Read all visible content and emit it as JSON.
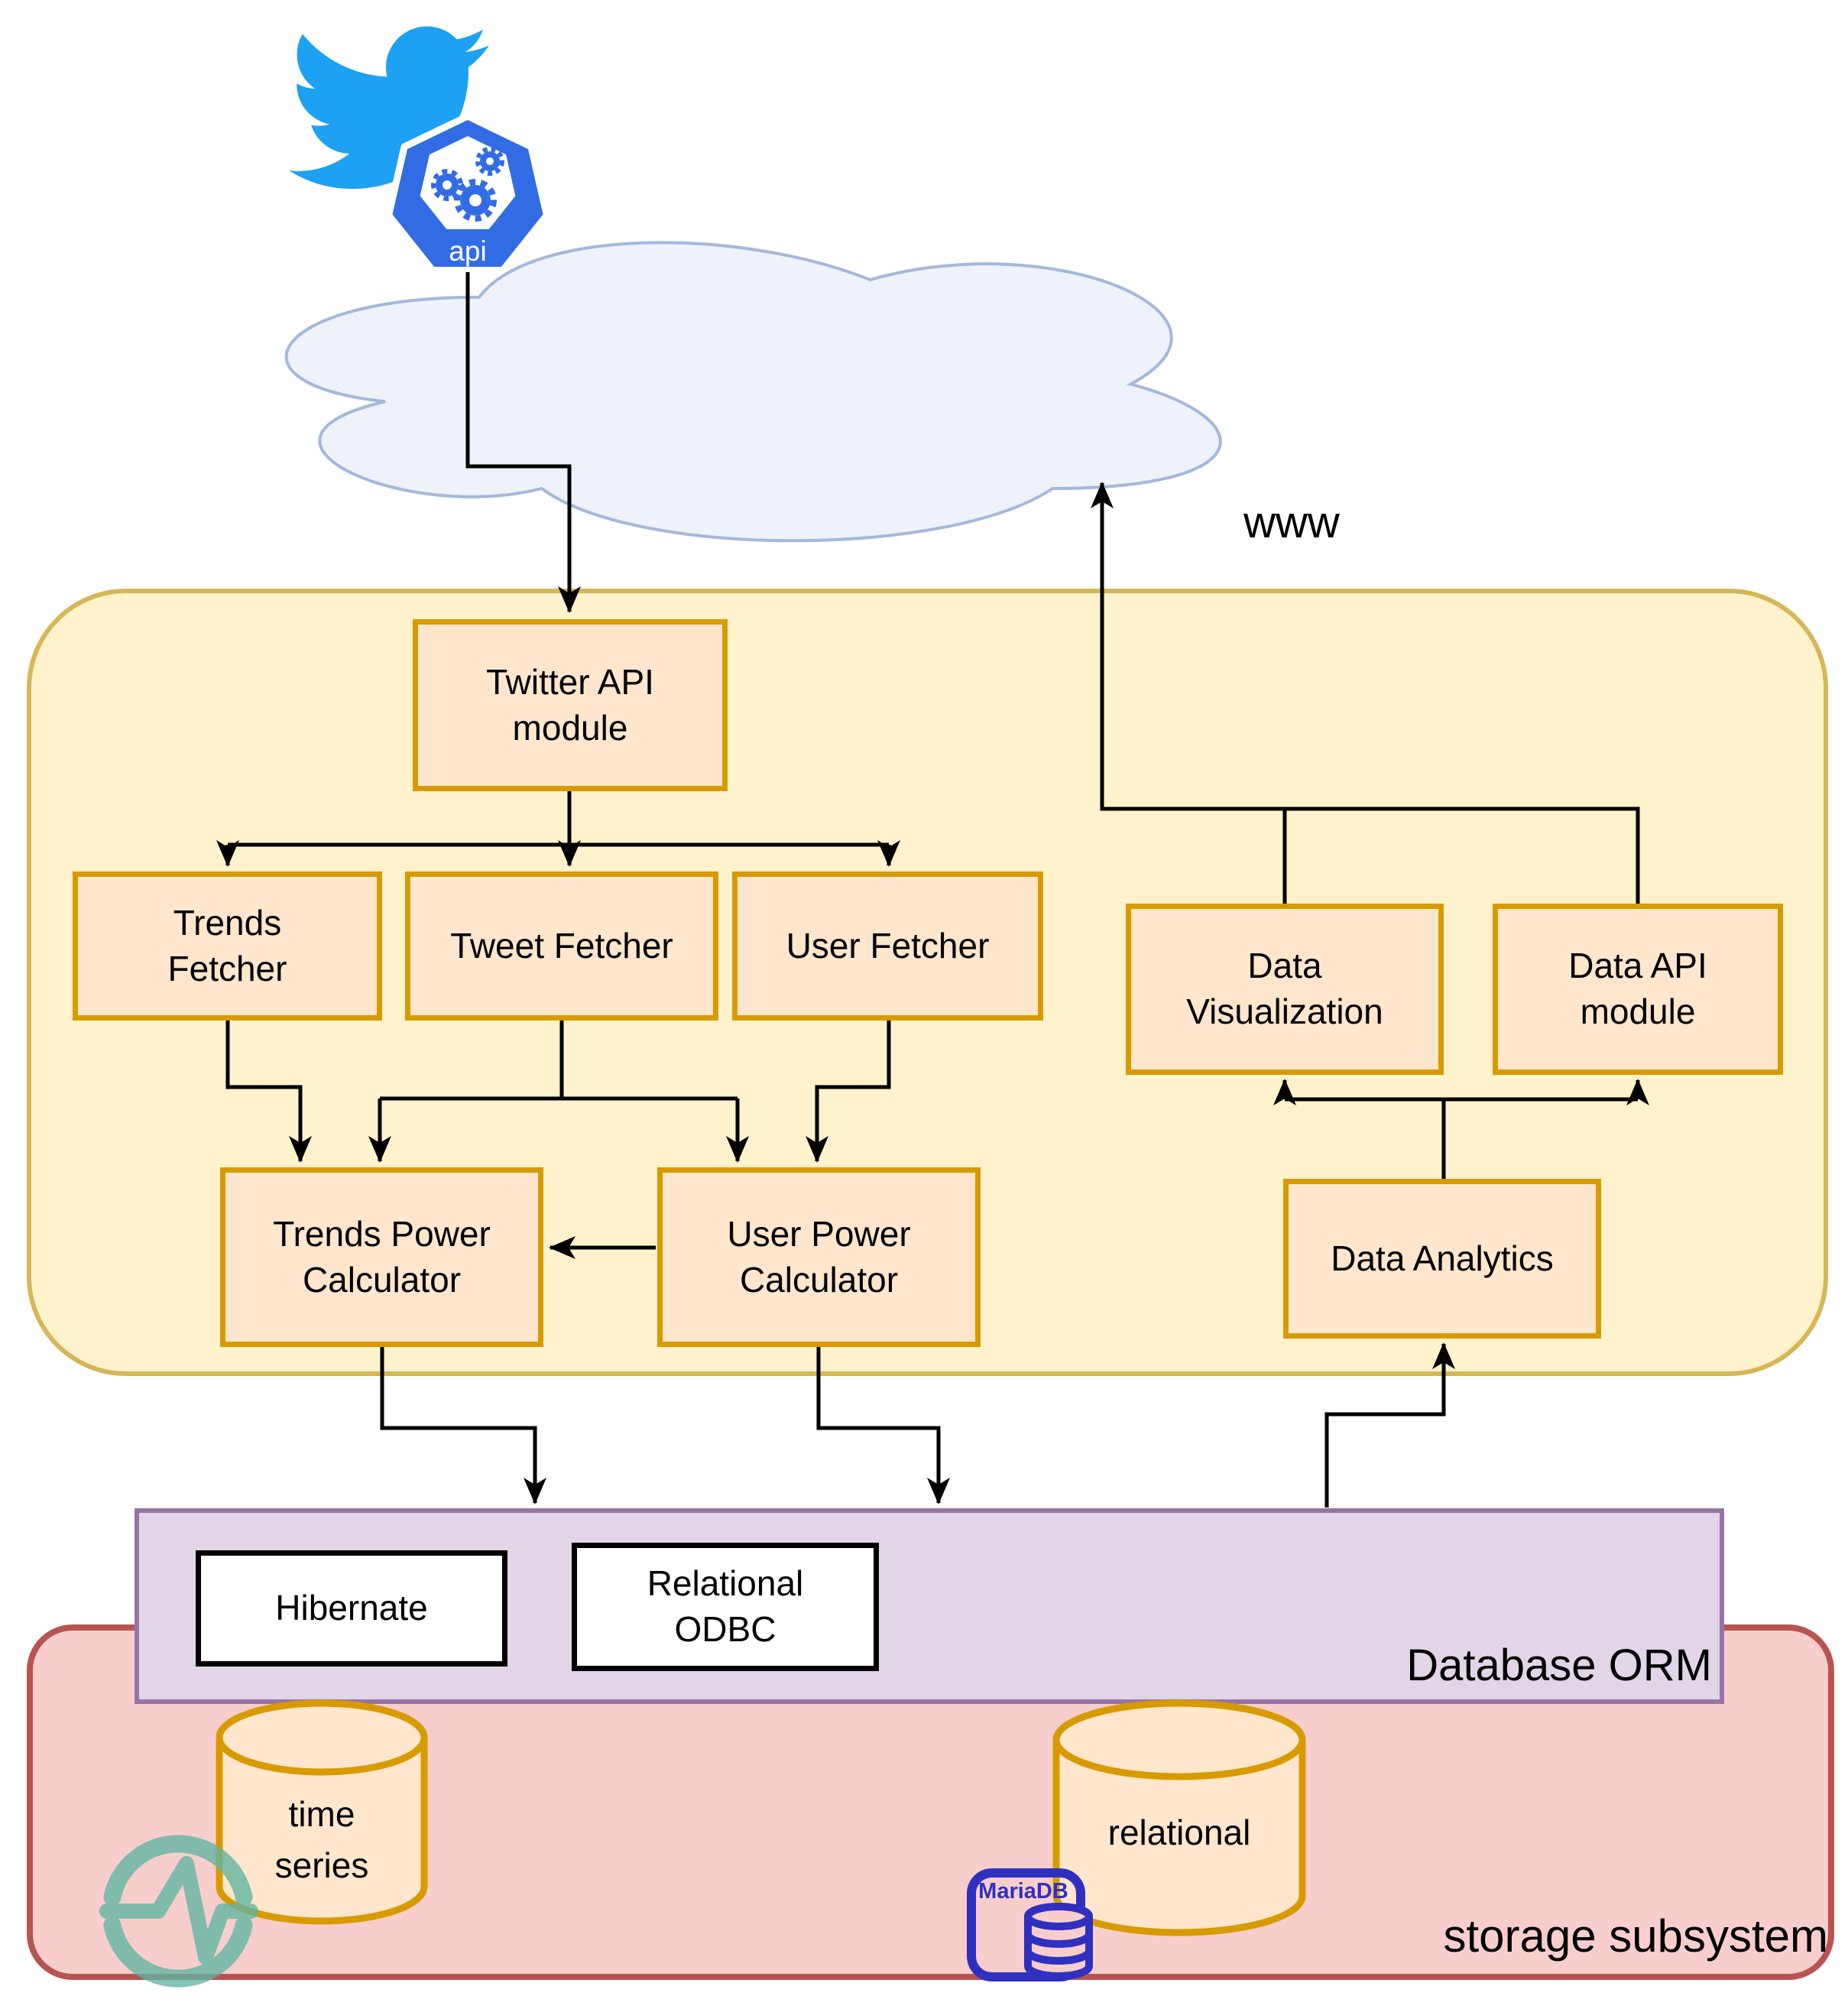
{
  "internet": {
    "www_label": "www",
    "api_badge_label": "api"
  },
  "application_layer": {
    "twitter_api_module": "Twitter API\nmodule",
    "trends_fetcher": "Trends\nFetcher",
    "tweet_fetcher": "Tweet Fetcher",
    "user_fetcher": "User Fetcher",
    "data_visualization": "Data\nVisualization",
    "data_api_module": "Data API\nmodule",
    "trends_power_calculator": "Trends Power\nCalculator",
    "user_power_calculator": "User Power\nCalculator",
    "data_analytics": "Data Analytics"
  },
  "database_orm": {
    "label": "Database ORM",
    "hibernate": "Hibernate",
    "relational_odbc": "Relational\nODBC"
  },
  "storage_subsystem": {
    "label": "storage subsystem",
    "time_series_db": "time\nseries",
    "relational_db": "relational",
    "mariadb_label": "MariaDB"
  },
  "colors": {
    "container_yellow_fill": "#FFF2CC",
    "container_yellow_border": "#D6B656",
    "box_orange_fill": "#FFE6CC",
    "box_orange_border": "#D79B00",
    "orm_purple_fill": "#E1D5E7",
    "orm_purple_border": "#9673A6",
    "storage_pink_fill": "#F8CECC",
    "storage_pink_border": "#B85450",
    "twitter_blue": "#1DA1F2",
    "kubernetes_blue": "#326CE5",
    "mariadb_blue": "#3030C0",
    "health_teal": "#5FB5A2",
    "cloud_fill": "#EDF2FB",
    "cloud_border": "#A3B8DC",
    "arrow_color": "#000000"
  }
}
